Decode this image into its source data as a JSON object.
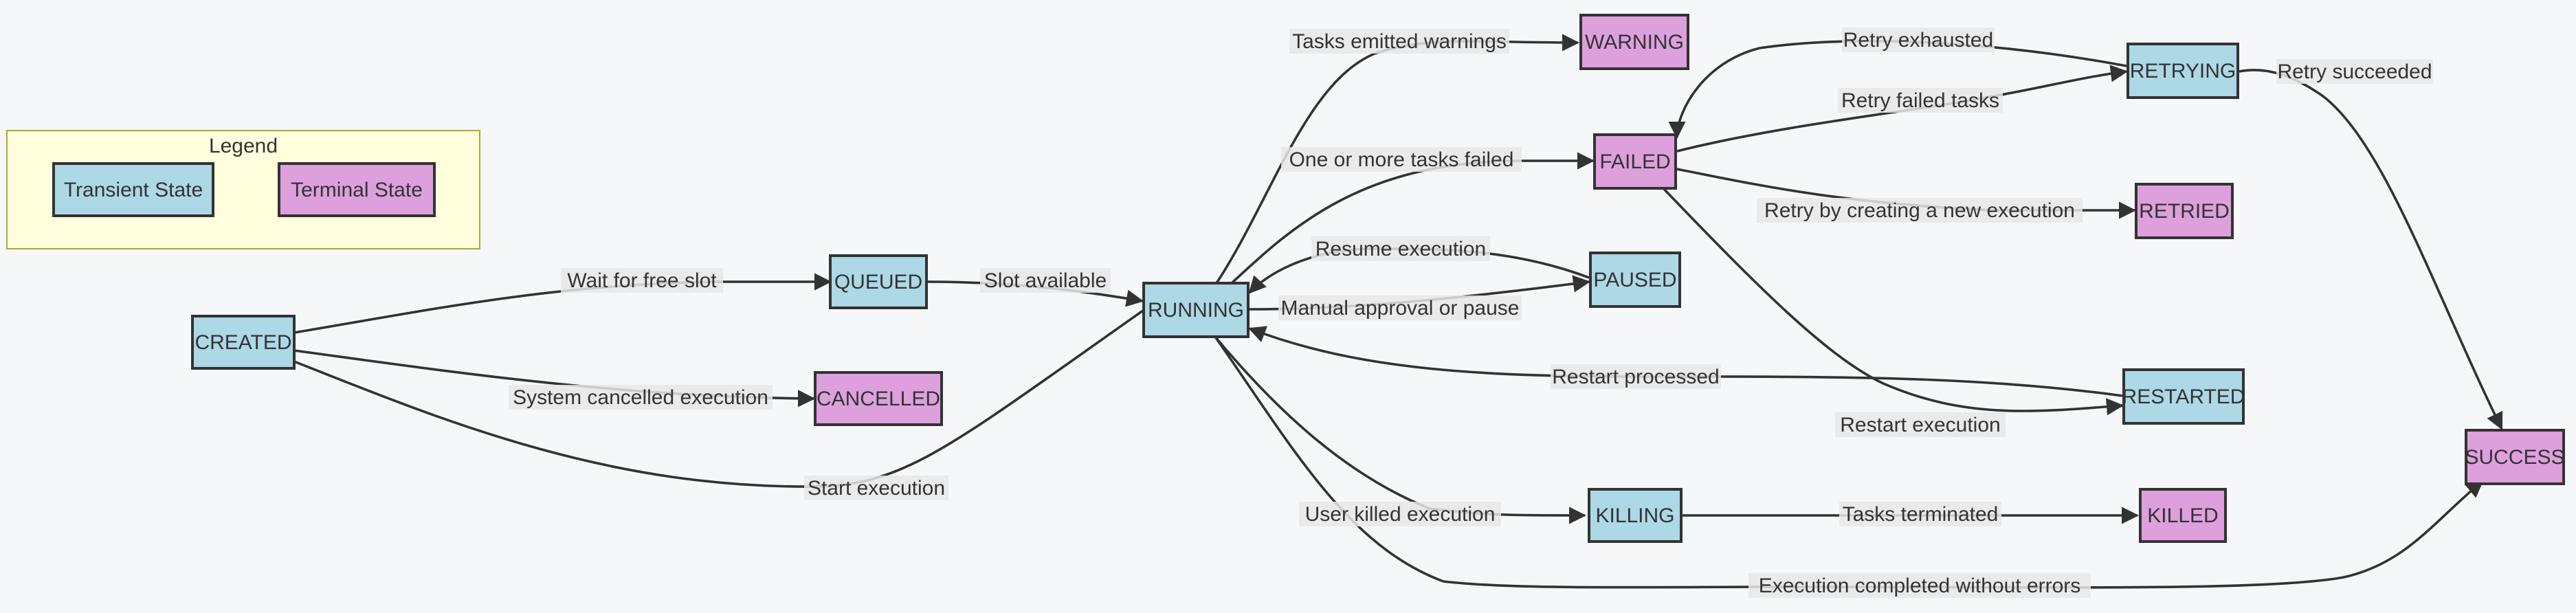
{
  "colors": {
    "transient": "#add8e6",
    "terminal": "#dda0dd",
    "legend_bg": "#ffffde",
    "legend_border": "#aaaa33",
    "stroke": "#333333",
    "label_bg": "#e8e8e8"
  },
  "legend": {
    "title": "Legend",
    "transient_label": "Transient State",
    "terminal_label": "Terminal State"
  },
  "nodes": {
    "created": "CREATED",
    "queued": "QUEUED",
    "cancelled": "CANCELLED",
    "running": "RUNNING",
    "warning": "WARNING",
    "failed": "FAILED",
    "paused": "PAUSED",
    "killing": "KILLING",
    "killed": "KILLED",
    "retrying": "RETRYING",
    "retried": "RETRIED",
    "restarted": "RESTARTED",
    "success": "SUCCESS"
  },
  "edges": {
    "created_queued": "Wait for free slot",
    "created_cancelled": "System cancelled execution",
    "created_running": "Start execution",
    "queued_running": "Slot available",
    "running_warning": "Tasks emitted warnings",
    "running_failed": "One or more tasks failed",
    "paused_running": "Resume execution",
    "running_paused": "Manual approval or pause",
    "restarted_running": "Restart processed",
    "running_killing": "User killed execution",
    "running_success": "Execution completed without errors",
    "killing_killed": "Tasks terminated",
    "retrying_failed": "Retry exhausted",
    "failed_retrying": "Retry failed tasks",
    "failed_retried": "Retry by creating a new execution",
    "failed_restarted": "Restart execution",
    "retrying_success": "Retry succeeded"
  }
}
